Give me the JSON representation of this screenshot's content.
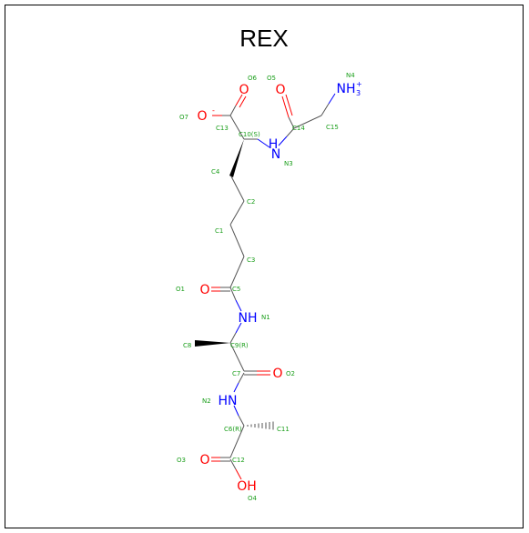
{
  "title": "REX",
  "atoms": {
    "O7": {
      "text": "O",
      "charge": "-"
    },
    "O6": {
      "text": "O"
    },
    "O5": {
      "text": "O"
    },
    "N4": {
      "text": "NH",
      "sub": "3",
      "sup": "+"
    },
    "N3": {
      "text": "H",
      "text2": "N"
    },
    "O1": {
      "text": "O"
    },
    "N1": {
      "text": "NH"
    },
    "O2": {
      "text": "O"
    },
    "N2": {
      "text": "HN"
    },
    "O3": {
      "text": "O"
    },
    "O4": {
      "text": "OH"
    }
  },
  "labels": {
    "O7": "O7",
    "O6": "O6",
    "O5": "O5",
    "N4": "N4",
    "C13": "C13",
    "C10": "C10(S)",
    "C14": "C14",
    "C15": "C15",
    "N3": "N3",
    "C4": "C4",
    "C2": "C2",
    "C1": "C1",
    "C3": "C3",
    "O1": "O1",
    "C5": "C5",
    "N1": "N1",
    "C8": "C8",
    "C9": "C9(R)",
    "C7": "C7",
    "O2": "O2",
    "N2": "N2",
    "C6": "C6(R)",
    "C11": "C11",
    "O3": "O3",
    "C12": "C12",
    "O4": "O4"
  }
}
